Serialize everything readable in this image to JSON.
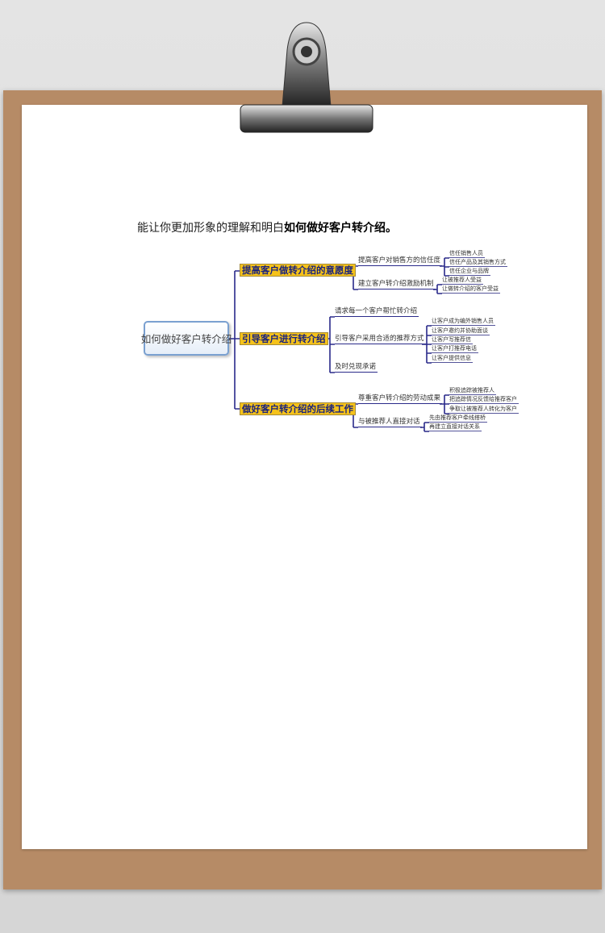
{
  "intro": {
    "text": "能让你更加形象的理解和明白",
    "bold": "如何做好客户转介绍。"
  },
  "mindmap": {
    "center": "如何做好客户转介绍",
    "branches": [
      {
        "label": "提高客户做转介绍的意愿度",
        "children": [
          {
            "label": "提高客户对销售方的信任度",
            "children": [
              "信任销售人员",
              "信任产品及其销售方式",
              "信任企业与品牌"
            ]
          },
          {
            "label": "建立客户转介绍激励机制",
            "children": [
              "让被推荐人受益",
              "让做转介绍的客户受益"
            ]
          }
        ]
      },
      {
        "label": "引导客户进行转介绍",
        "children": [
          {
            "label": "请求每一个客户帮忙转介绍",
            "children": []
          },
          {
            "label": "引导客户采用合适的推荐方式",
            "children": [
              "让客户成为编外销售人员",
              "让客户邀约并协助面谈",
              "让客户写推荐信",
              "让客户打推荐电话",
              "让客户提供信息"
            ]
          },
          {
            "label": "及时兑现承诺",
            "children": []
          }
        ]
      },
      {
        "label": "做好客户转介绍的后续工作",
        "children": [
          {
            "label": "尊重客户转介绍的劳动成果",
            "children": [
              "积极追踪被推荐人",
              "把追踪情况反馈给推荐客户",
              "争取让被推荐人转化为客户"
            ]
          },
          {
            "label": "与被推荐人直接对话",
            "children": [
              "先由推荐客户牵线搭桥",
              "再建立直接对话关系"
            ]
          }
        ]
      }
    ]
  }
}
